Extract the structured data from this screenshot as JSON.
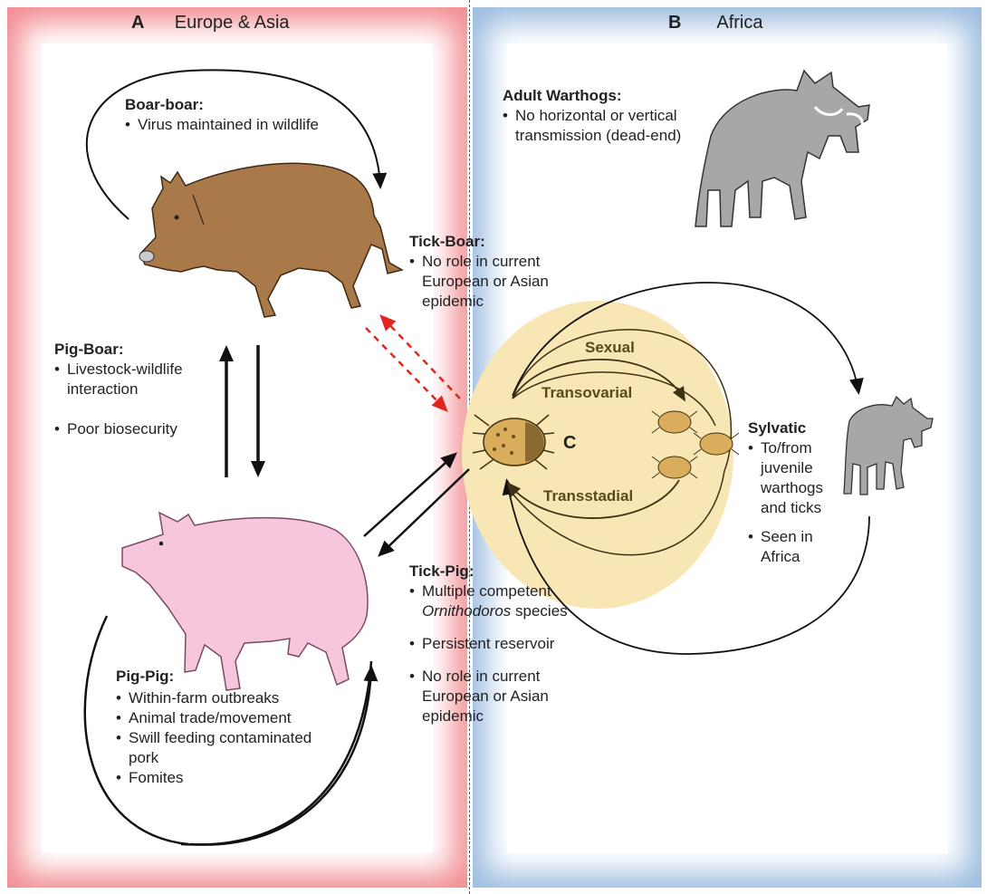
{
  "panel_a": {
    "letter": "A",
    "region": "Europe & Asia",
    "color": "#f28e93"
  },
  "panel_b": {
    "letter": "B",
    "region": "Africa",
    "color": "#9dbde0"
  },
  "boar_boar": {
    "title": "Boar-boar:",
    "items": [
      "Virus maintained in wildlife"
    ]
  },
  "pig_boar": {
    "title": "Pig-Boar:",
    "items": [
      "Livestock-wildlife interaction",
      "Poor biosecurity"
    ]
  },
  "pig_pig": {
    "title": "Pig-Pig:",
    "items": [
      "Within-farm outbreaks",
      "Animal trade/movement",
      "Swill feeding contaminated pork",
      "Fomites"
    ]
  },
  "adult_warthogs": {
    "title": "Adult Warthogs:",
    "items": [
      "No horizontal or vertical transmission (dead-end)"
    ]
  },
  "tick_boar": {
    "title": "Tick-Boar:",
    "items": [
      "No role in current European or Asian epidemic"
    ]
  },
  "tick_pig": {
    "title": "Tick-Pig:",
    "item1_pre": "Multiple competent",
    "item1_italic": "Ornithodoros",
    "item1_post": "species",
    "item2": "Persistent reservoir",
    "item3": "No role in current European or Asian epidemic"
  },
  "sylvatic": {
    "title": "Sylvatic",
    "items": [
      "To/from juvenile warthogs and ticks",
      "Seen in Africa"
    ]
  },
  "cycle": {
    "label": "C",
    "sexual": "Sexual",
    "transovarial": "Transovarial",
    "transstadial": "Transstadial",
    "circle_color": "#f8e6b4"
  },
  "colors": {
    "boar": "#a9794a",
    "pig": "#f6c6dd",
    "warthog": "#a7a7a7",
    "tick": "#d9ad5c",
    "dashed_arrow": "#e0261f"
  },
  "icons": [
    "boar-icon",
    "pig-icon",
    "warthog-icon",
    "tick-icon"
  ]
}
